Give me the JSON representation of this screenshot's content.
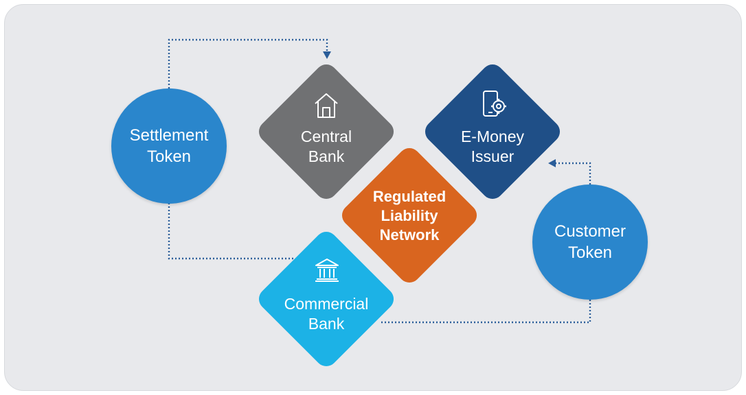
{
  "colors": {
    "background": "#e8e9ec",
    "central_bank": "#707173",
    "e_money_issuer": "#1f4f87",
    "regulated_liability_network": "#d9651f",
    "commercial_bank": "#1cb2e6",
    "token_circle": "#2a86cc",
    "connector": "#2a5d99"
  },
  "nodes": {
    "central_bank": {
      "line1": "Central",
      "line2": "Bank",
      "icon": "house-icon"
    },
    "e_money_issuer": {
      "line1": "E-Money",
      "line2": "Issuer",
      "icon": "phone-gear-icon"
    },
    "regulated_liability_network": {
      "line1": "Regulated",
      "line2": "Liability",
      "line3": "Network"
    },
    "commercial_bank": {
      "line1": "Commercial",
      "line2": "Bank",
      "icon": "bank-building-icon"
    },
    "settlement_token": {
      "line1": "Settlement",
      "line2": "Token"
    },
    "customer_token": {
      "line1": "Customer",
      "line2": "Token"
    }
  }
}
